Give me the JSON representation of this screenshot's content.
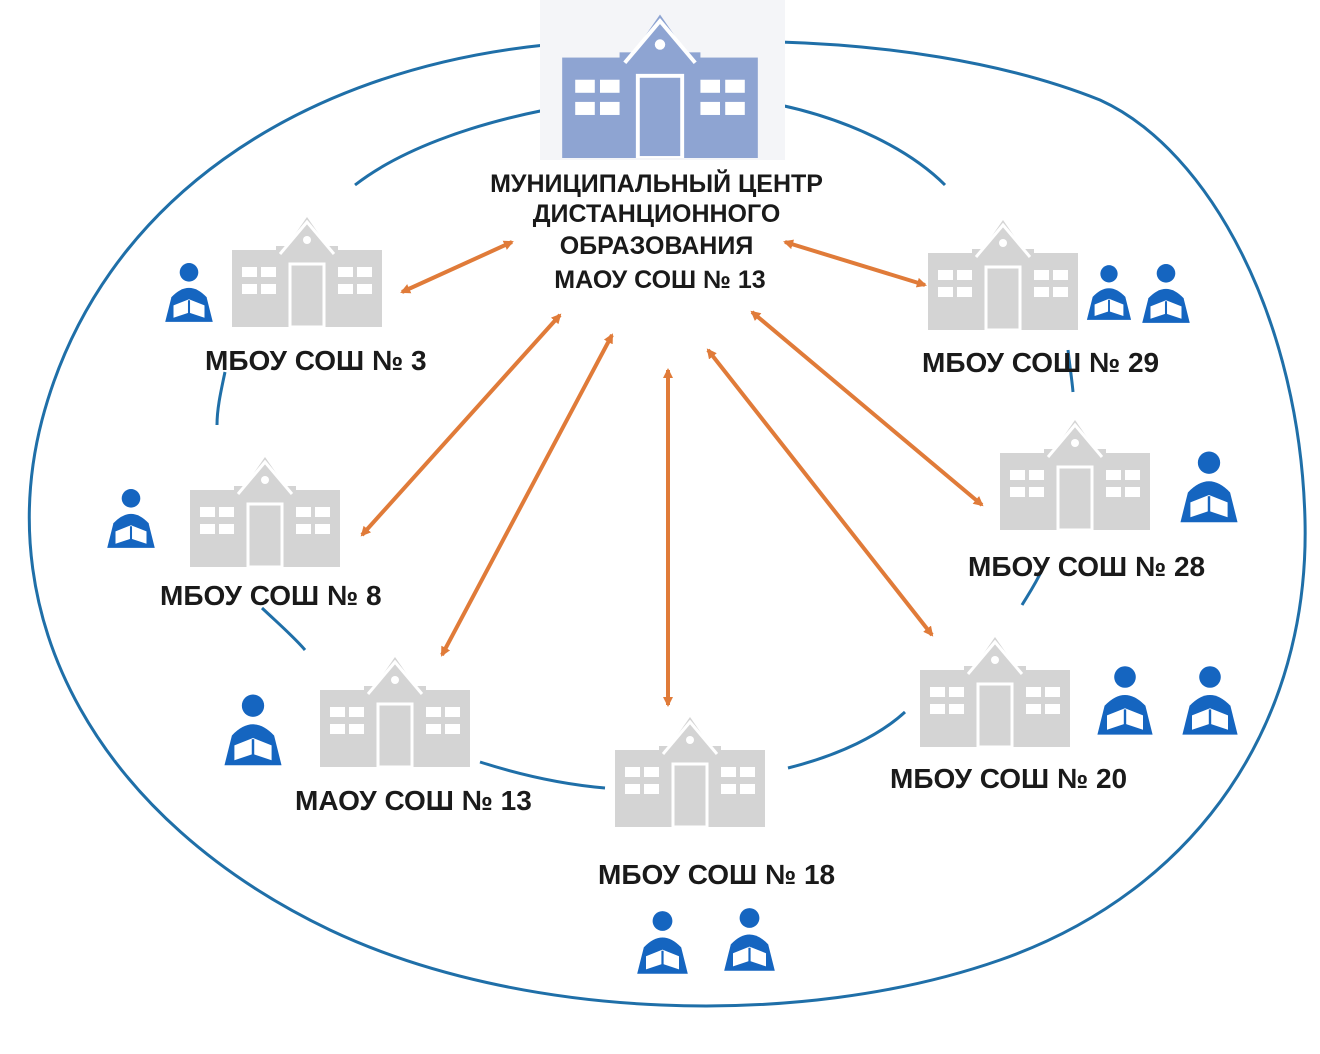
{
  "center": {
    "lines": [
      "МУНИЦИПАЛЬНЫЙ ЦЕНТР",
      "ДИСТАНЦИОННОГО",
      "ОБРАЗОВАНИЯ",
      "МАОУ СОШ № 13"
    ],
    "icon": "school-building-icon",
    "color": "#8ea4d2"
  },
  "schools": [
    {
      "id": "s3",
      "label": "МБОУ СОШ № 3",
      "students": 1
    },
    {
      "id": "s8",
      "label": "МБОУ СОШ № 8",
      "students": 1
    },
    {
      "id": "s13",
      "label": "МАОУ СОШ № 13",
      "students": 1
    },
    {
      "id": "s18",
      "label": "МБОУ СОШ № 18",
      "students": 2
    },
    {
      "id": "s20",
      "label": "МБОУ СОШ № 20",
      "students": 2
    },
    {
      "id": "s28",
      "label": "МБОУ СОШ № 28",
      "students": 1
    },
    {
      "id": "s29",
      "label": "МБОУ СОШ № 29",
      "students": 2
    }
  ],
  "colors": {
    "arrow": "#e07b39",
    "ring": "#1f6fa8",
    "school": "#d4d4d4",
    "student": "#1565c0"
  },
  "icons": {
    "school": "school-building-icon",
    "student": "student-reading-icon",
    "link": "double-arrow"
  }
}
